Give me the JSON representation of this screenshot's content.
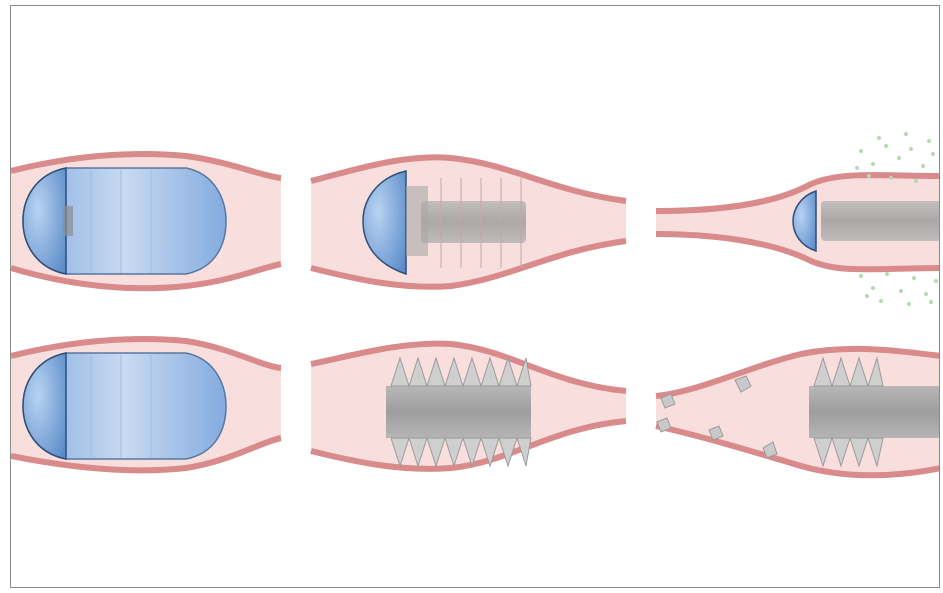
{
  "figure": {
    "rows": [
      {
        "label": "",
        "stages": [
          {
            "vessel": "bulge",
            "capsule": "full",
            "core": "none",
            "particles": "none"
          },
          {
            "vessel": "tapered",
            "capsule": "half",
            "core": "striped",
            "particles": "none"
          },
          {
            "vessel": "constricted",
            "capsule": "small",
            "core": "striped",
            "particles": "green-dots"
          }
        ]
      },
      {
        "label": "",
        "stages": [
          {
            "vessel": "bulge",
            "capsule": "full",
            "core": "none",
            "particles": "none"
          },
          {
            "vessel": "tapered",
            "capsule": "none",
            "core": "toothed",
            "particles": "none"
          },
          {
            "vessel": "widening",
            "capsule": "none",
            "core": "toothed",
            "particles": "grey-fragments"
          }
        ]
      }
    ],
    "colors": {
      "vessel_wall": "#d98a8a",
      "vessel_lumen": "#f9dede",
      "capsule": "#8fb6e6",
      "capsule_edge": "#4a6f9a",
      "core": "#a9a9a9",
      "particles": "#b7d9b0"
    }
  }
}
